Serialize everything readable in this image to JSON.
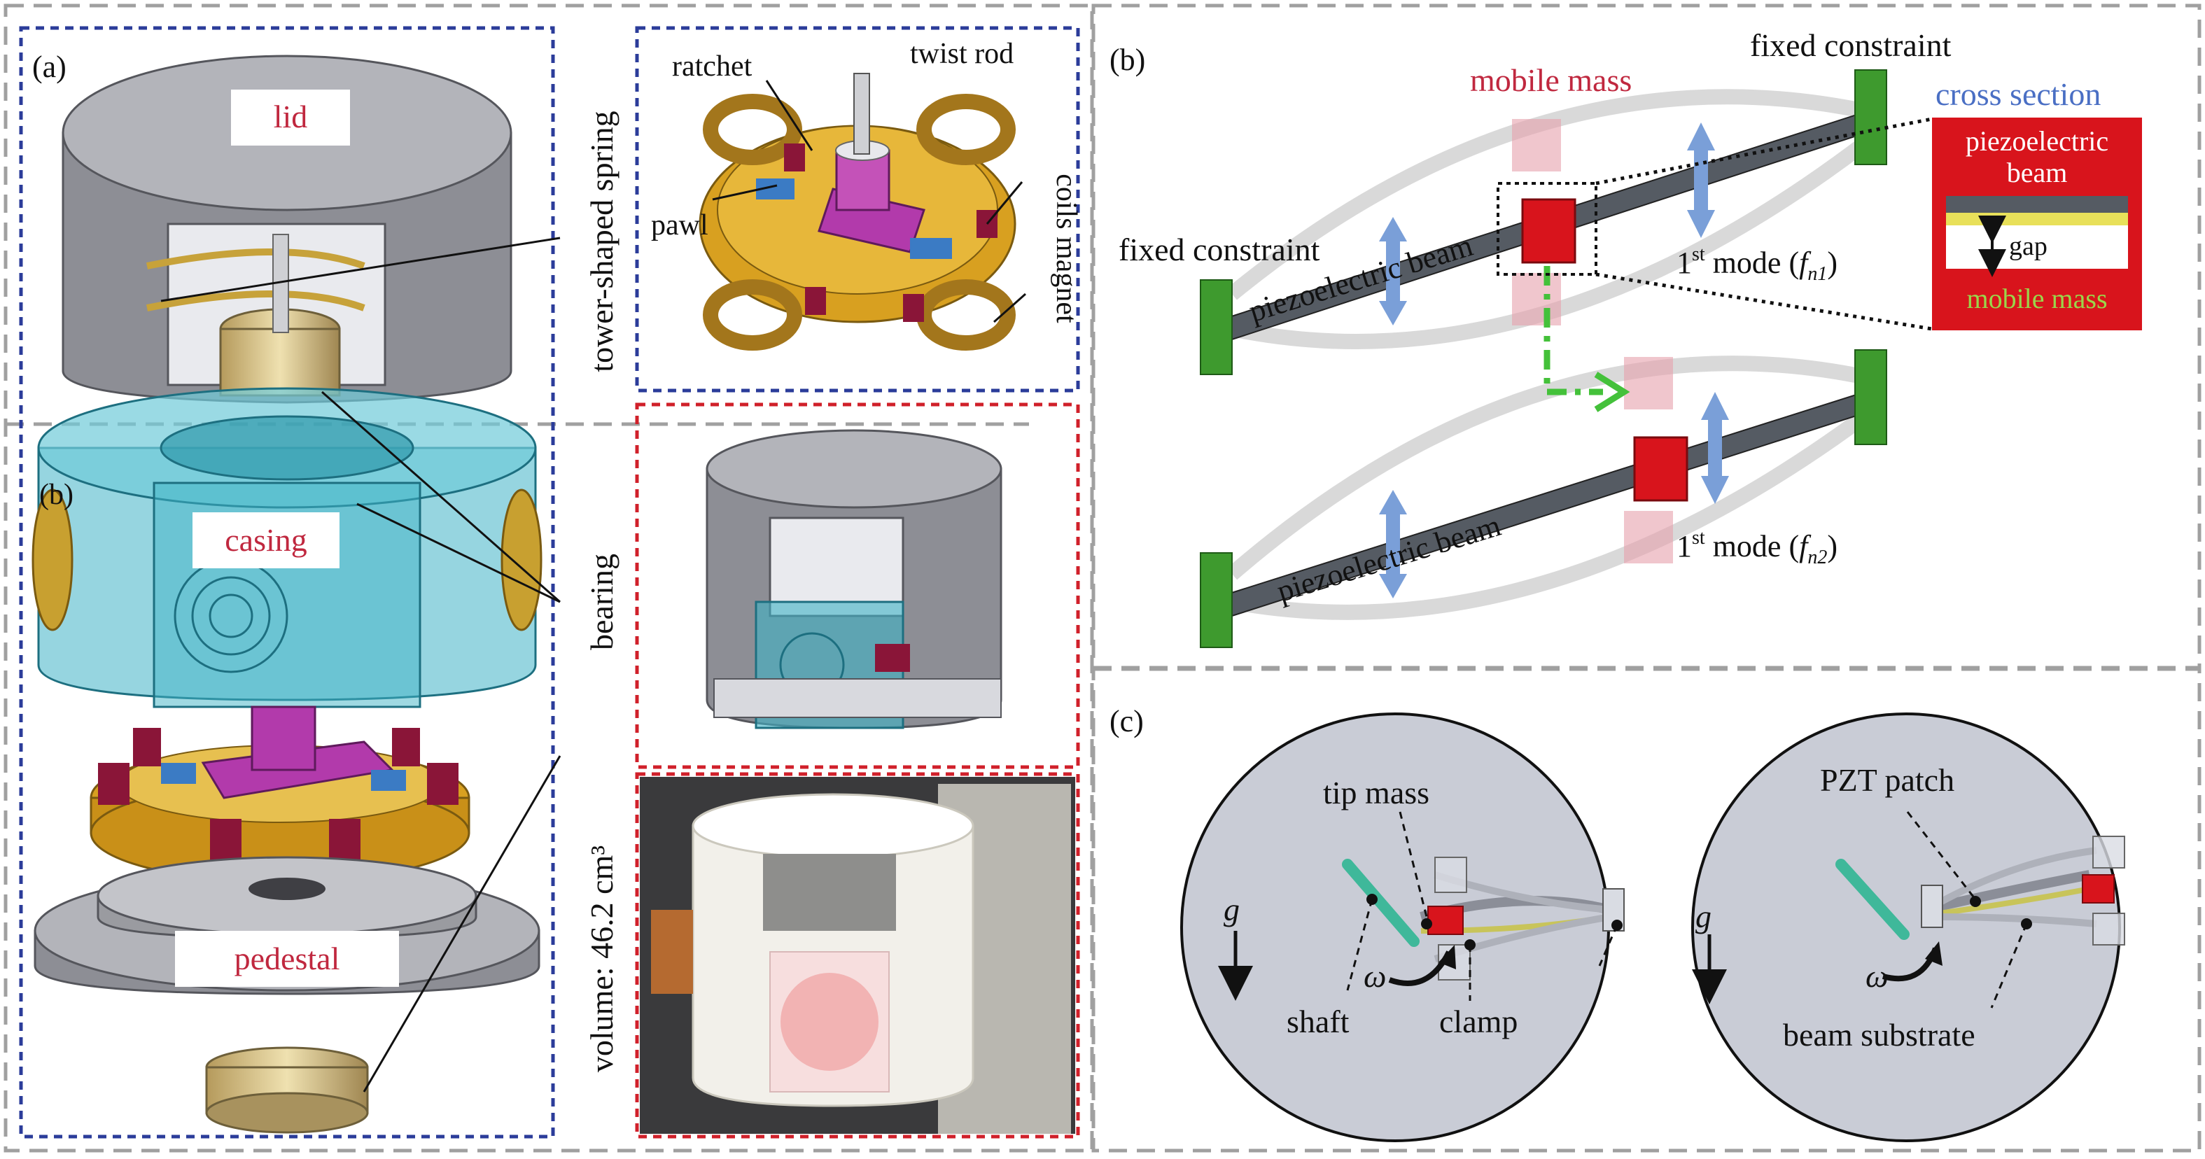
{
  "panels": {
    "a": {
      "tag": "(a)",
      "lid": "lid",
      "casing": "casing",
      "pedestal": "pedestal",
      "spring": "tower-shaped spring",
      "bearing": "bearing",
      "volume": "volume: 46.2 cm³",
      "ratchet": "ratchet",
      "twist_rod": "twist rod",
      "pawl": "pawl",
      "coils_magnet": "coils magnet",
      "sub_tag": "(b)"
    },
    "b": {
      "tag": "(b)",
      "fixed_top": "fixed constraint",
      "fixed_left": "fixed constraint",
      "mobile_mass": "mobile mass",
      "cross_section": "cross section",
      "cs_piezo_1": "piezoelectric",
      "cs_piezo_2": "beam",
      "cs_gap": "gap",
      "cs_mass": "mobile mass",
      "beam_1": "piezoelectric beam",
      "beam_2": "piezoelectric beam",
      "mode1_pre": "1",
      "mode1_sup": "st",
      "mode1_post": " mode (",
      "mode1_f": "f",
      "mode1_sub": "n1",
      "mode1_close": ")",
      "mode2_pre": "1",
      "mode2_sup": "st",
      "mode2_post": " mode (",
      "mode2_f": "f",
      "mode2_sub": "n2",
      "mode2_close": ")"
    },
    "c": {
      "tag": "(c)",
      "tip_mass": "tip mass",
      "shaft": "shaft",
      "clamp": "clamp",
      "omega1": "ω",
      "g1": "g",
      "pzt_patch": "PZT patch",
      "beam_substrate": "beam substrate",
      "omega2": "ω",
      "g2": "g"
    }
  },
  "colors": {
    "dash_grey": "#a0a0a0",
    "dash_blue": "#2b3c9a",
    "dash_red": "#d0202a",
    "label_red": "#c0283f",
    "mass_red": "#d8141c",
    "constraint_green": "#3e9a2e",
    "arrow_blue": "#7a9fd8",
    "circle_fill": "#c9ccd6",
    "casing_cyan": "#3fb3c6",
    "gear_gold": "#d8a020",
    "metal_grey": "#9a9ba0"
  }
}
